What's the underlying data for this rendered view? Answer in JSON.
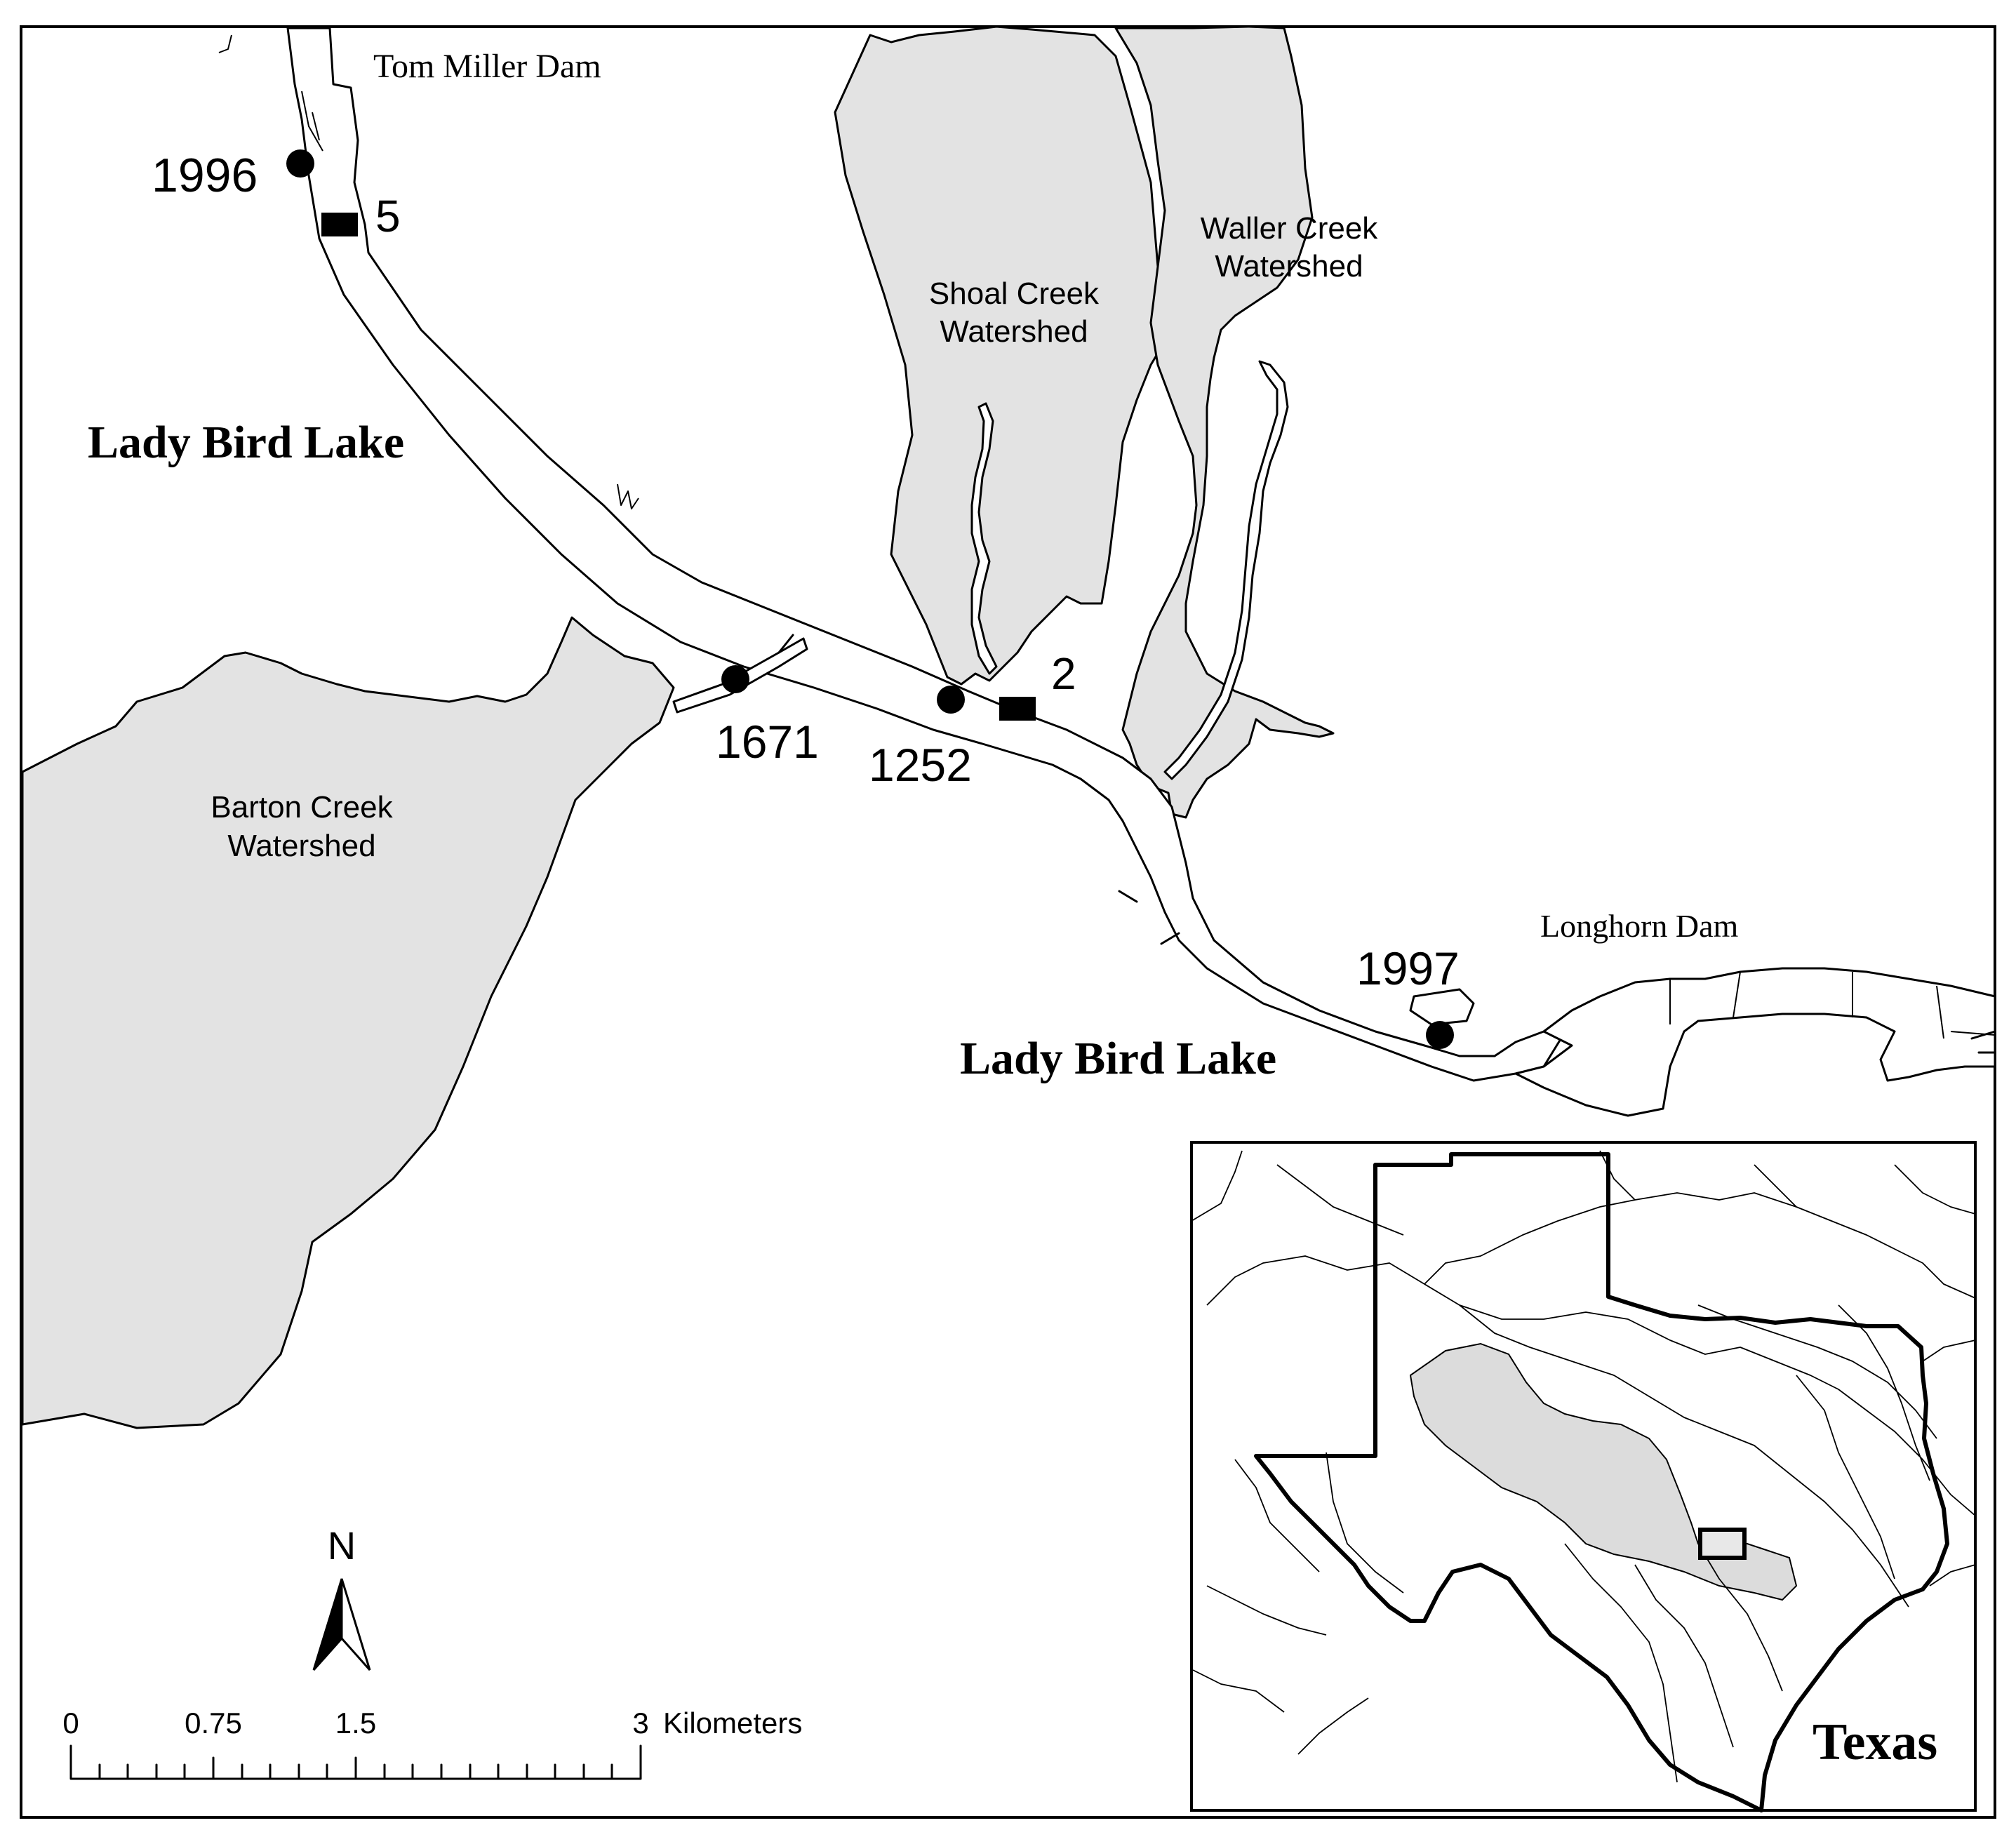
{
  "labels": {
    "tom_miller_dam": "Tom Miller Dam",
    "longhorn_dam": "Longhorn Dam",
    "lake_top": "Lady Bird Lake",
    "lake_bottom": "Lady Bird Lake",
    "shoal_line1": "Shoal Creek",
    "shoal_line2": "Watershed",
    "waller_line1": "Waller Creek",
    "waller_line2": "Watershed",
    "barton_line1": "Barton Creek",
    "barton_line2": "Watershed",
    "north": "N",
    "texas": "Texas"
  },
  "sites": {
    "circle_1996": "1996",
    "circle_1671": "1671",
    "circle_1252": "1252",
    "circle_1997": "1997",
    "square_5": "5",
    "square_2": "2"
  },
  "scale_bar": {
    "tick_0": "0",
    "tick_075": "0.75",
    "tick_15": "1.5",
    "tick_3": "3",
    "unit": "Kilometers"
  },
  "colors": {
    "watershed_fill": "#e3e3e3",
    "outline": "#000000",
    "background": "#ffffff"
  }
}
